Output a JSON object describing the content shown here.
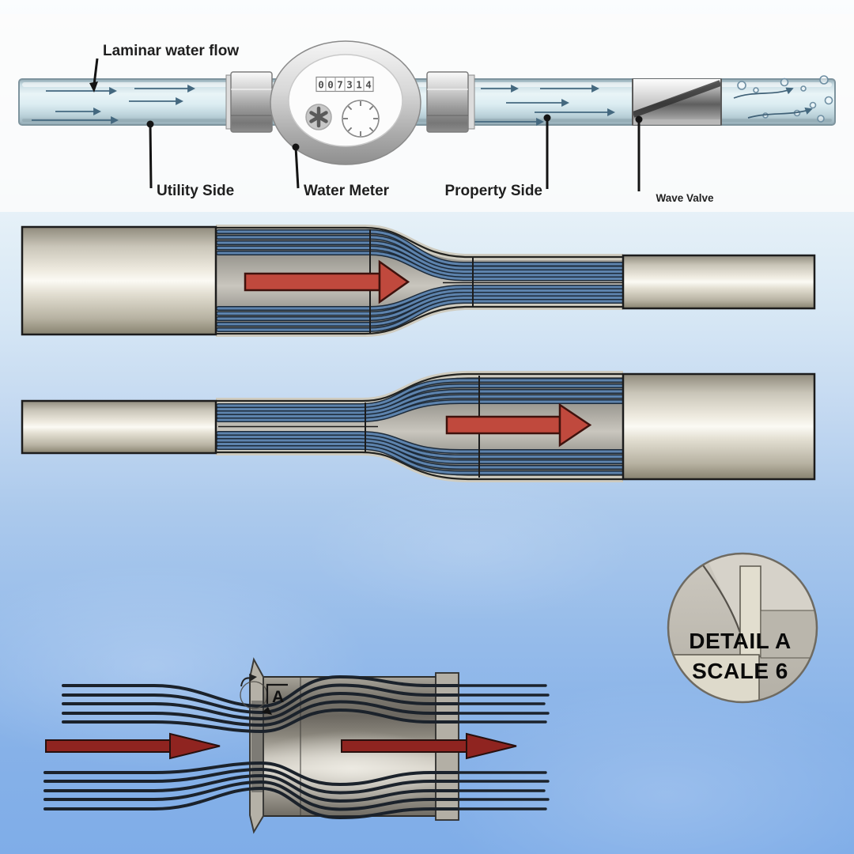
{
  "top_diagram": {
    "labels": {
      "laminar_flow": "Laminar water flow",
      "utility_side": "Utility Side",
      "water_meter": "Water Meter",
      "property_side": "Property Side",
      "wave_valve": "Wave Valve"
    },
    "meter": {
      "digits": [
        "0",
        "0",
        "7",
        "3",
        "1",
        "4"
      ]
    }
  },
  "detail_callout": {
    "marker": "A",
    "title": "DETAIL A",
    "scale": "SCALE 6"
  },
  "colors": {
    "water": "#d9eaf0",
    "streamline_blue": "#5d83ad",
    "streamline_dark": "#1d2b3a",
    "arrow_red": "#c0493d",
    "arrow_maroon": "#8f2420",
    "pipe_beige": "#e8e4d8",
    "metal_silver": "#d2d2d2",
    "label_ink": "#1f1f1f"
  }
}
